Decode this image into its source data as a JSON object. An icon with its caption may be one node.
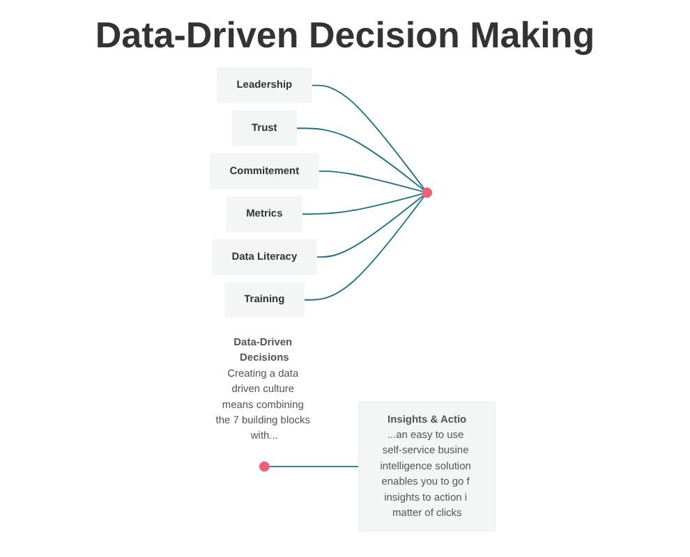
{
  "diagram": {
    "title": "Data-Driven Decision Making",
    "nodes": [
      {
        "text": [
          "Leadership"
        ]
      },
      {
        "text": [
          "Trust"
        ]
      },
      {
        "text": [
          "Commitement"
        ]
      },
      {
        "text": [
          "Metrics"
        ]
      },
      {
        "text": [
          "Data Literacy"
        ]
      },
      {
        "text": [
          "Training"
        ]
      },
      {
        "text": [],
        "shape": "circle"
      },
      {
        "text": [
          "Data-Driven Decisions",
          "Creating a data driven culture means combining the 7 building blocks with..."
        ]
      },
      {
        "text": [],
        "shape": "circle"
      },
      {
        "text": [
          "Insights & Actio",
          "...an easy to use self-service busine intelligence solution enables you to go f insights to action i matter of clicks"
        ]
      }
    ],
    "edges": [
      {
        "from": 0,
        "to": 6,
        "arrow": "none"
      },
      {
        "from": 1,
        "to": 6,
        "arrow": "none"
      },
      {
        "from": 2,
        "to": 6,
        "arrow": "none"
      },
      {
        "from": 3,
        "to": 6,
        "arrow": "none"
      },
      {
        "from": 4,
        "to": 6,
        "arrow": "none"
      },
      {
        "from": 5,
        "to": 6,
        "arrow": "none"
      },
      {
        "from": 8,
        "to": 9,
        "arrow": "none"
      }
    ]
  }
}
